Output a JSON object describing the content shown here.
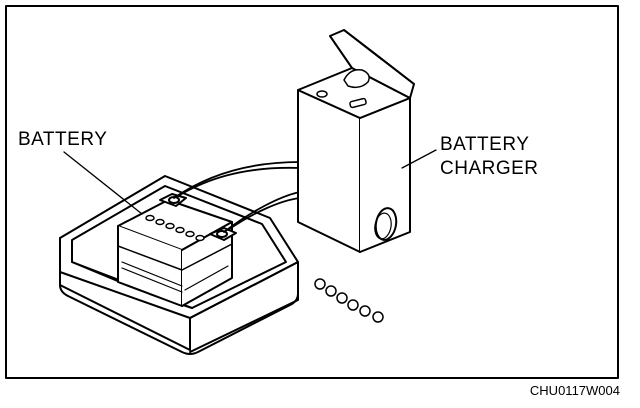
{
  "labels": {
    "battery": "BATTERY",
    "charger_line1": "BATTERY",
    "charger_line2": "CHARGER"
  },
  "figure_code": "CHU0117W004",
  "colors": {
    "ink": "#000000",
    "paper": "#ffffff"
  }
}
